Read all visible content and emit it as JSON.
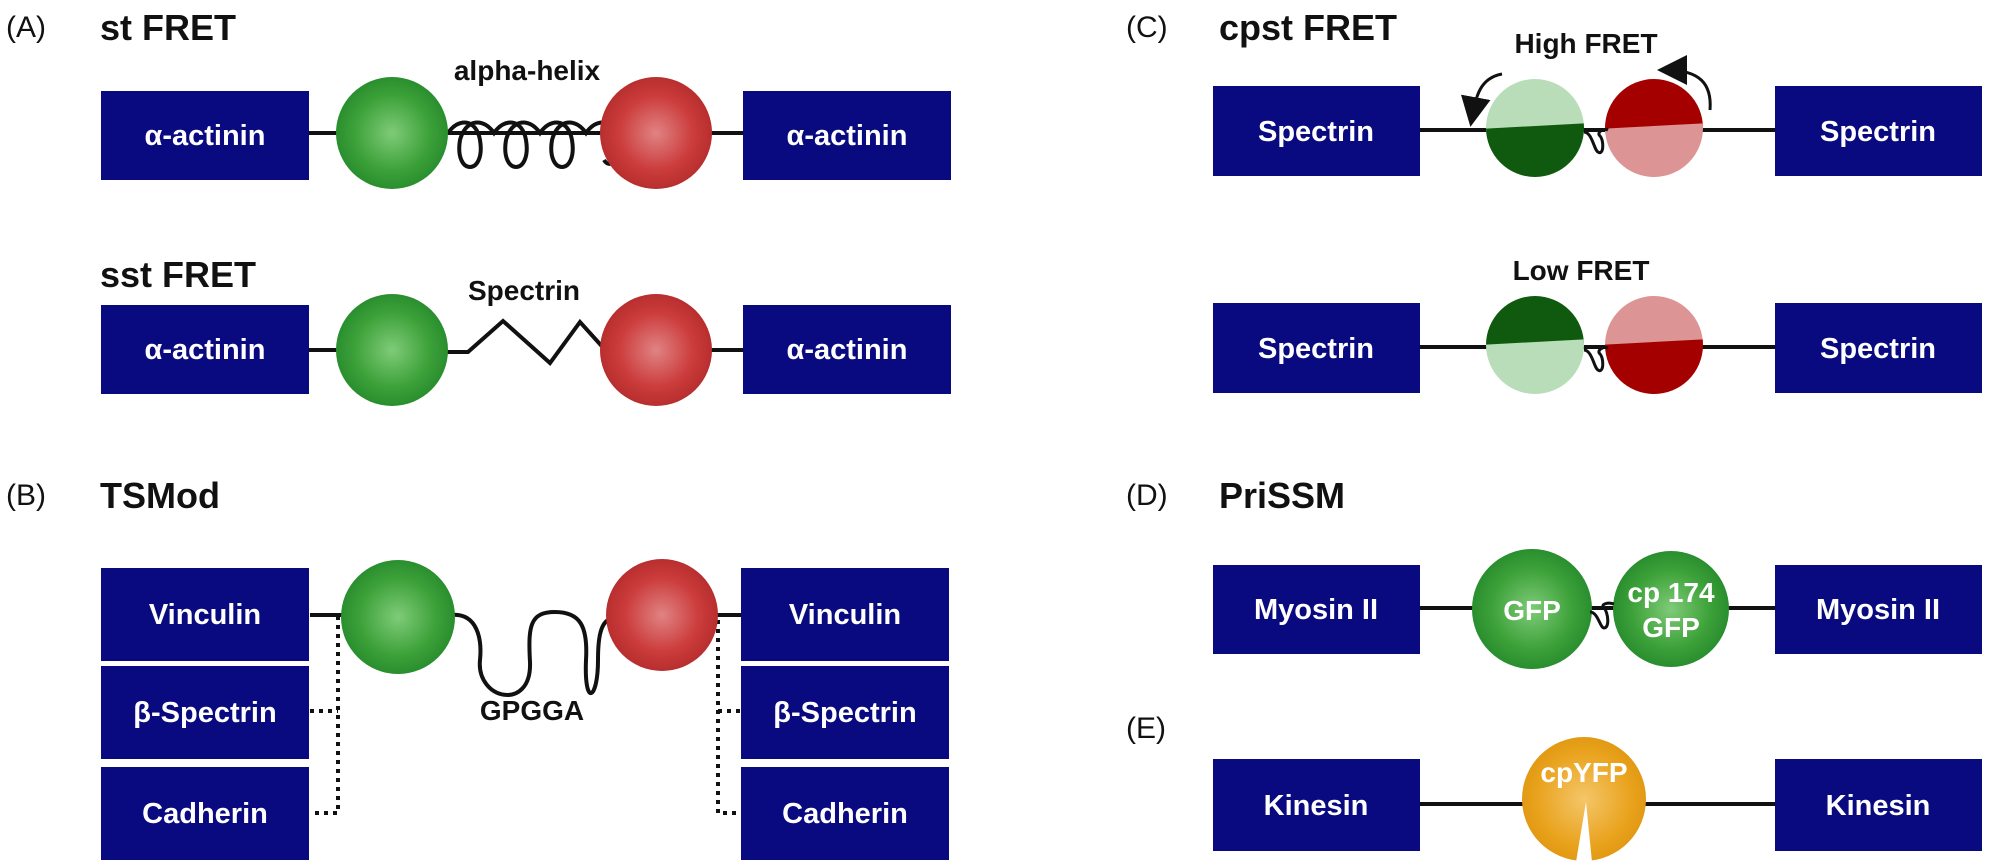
{
  "colors": {
    "box": "#0a0a80",
    "green": "#2e9a32",
    "red": "#c23434",
    "dark_green": "#0f5a0f",
    "light_green": "#b9ddb8",
    "dark_red": "#a40000",
    "light_red": "#dd9494",
    "orange": "#e8a01a"
  },
  "panel_a": {
    "letter": "(A)",
    "st_title": "st FRET",
    "st_linker": "alpha-helix",
    "st_left_box": "α-actinin",
    "st_right_box": "α-actinin",
    "sst_title": "sst FRET",
    "sst_linker": "Spectrin",
    "sst_left_box": "α-actinin",
    "sst_right_box": "α-actinin"
  },
  "panel_b": {
    "letter": "(B)",
    "title": "TSMod",
    "linker": "GPGGA",
    "left_boxes": [
      "Vinculin",
      "β-Spectrin",
      "Cadherin"
    ],
    "right_boxes": [
      "Vinculin",
      "β-Spectrin",
      "Cadherin"
    ]
  },
  "panel_c": {
    "letter": "(C)",
    "title": "cpst FRET",
    "high_label": "High FRET",
    "low_label": "Low FRET",
    "high_left_box": "Spectrin",
    "high_right_box": "Spectrin",
    "low_left_box": "Spectrin",
    "low_right_box": "Spectrin"
  },
  "panel_d": {
    "letter": "(D)",
    "title": "PriSSM",
    "left_box": "Myosin II",
    "right_box": "Myosin II",
    "fp1_label": "GFP",
    "fp2_label_line1": "cp 174",
    "fp2_label_line2": "GFP"
  },
  "panel_e": {
    "letter": "(E)",
    "left_box": "Kinesin",
    "right_box": "Kinesin",
    "fp_label": "cpYFP"
  }
}
